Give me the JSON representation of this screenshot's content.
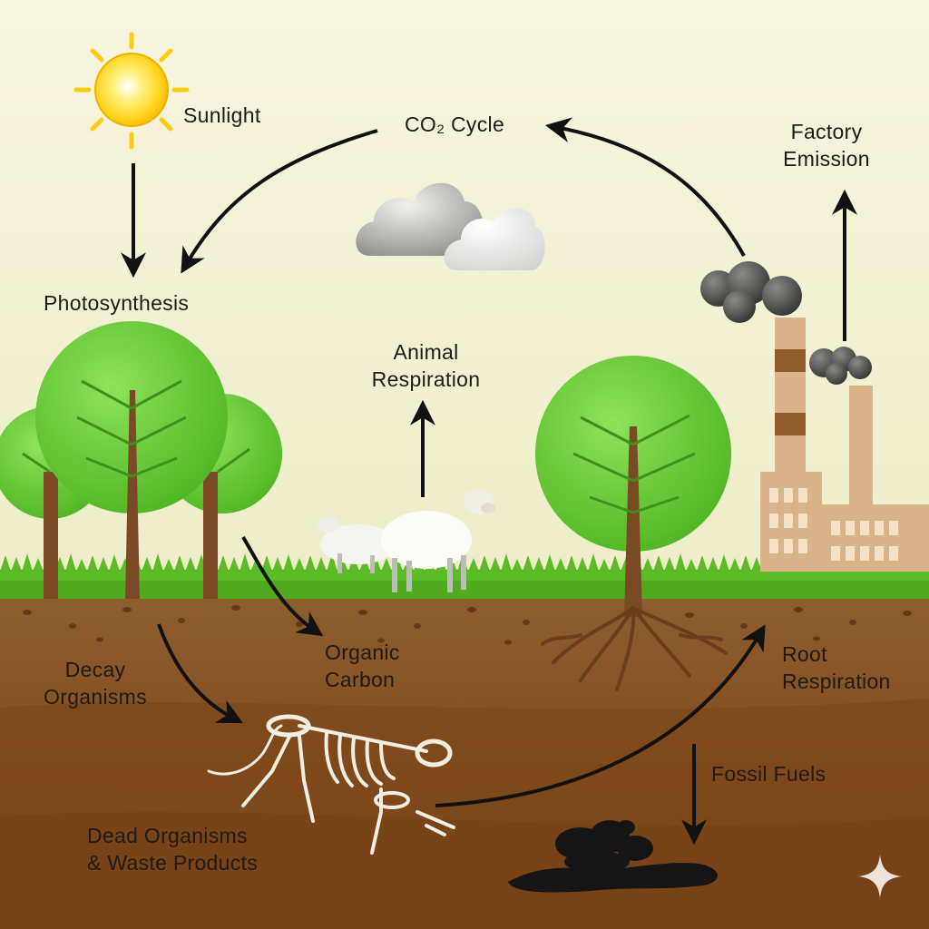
{
  "labels": {
    "sunlight": "Sunlight",
    "co2_cycle": "CO₂ Cycle",
    "factory_emission": [
      "Factory",
      "Emission"
    ],
    "photosynthesis": "Photosynthesis",
    "animal_respiration": [
      "Animal",
      "Respiration"
    ],
    "organic_carbon": [
      "Organic",
      "Carbon"
    ],
    "decay_organisms": [
      "Decay",
      "Organisms"
    ],
    "root_respiration": [
      "Root",
      "Respiration"
    ],
    "fossil_fuels": "Fossil Fuels",
    "dead_organisms": [
      "Dead Organisms",
      "& Waste Products"
    ]
  },
  "colors": {
    "sky": "#f5f3d6",
    "grass": "#4faa1f",
    "soil_top": "#8a5a2b",
    "soil_bottom": "#7a4418",
    "tree_canopy": "#6fd13a",
    "trunk": "#7a4a26",
    "arrow": "#111111",
    "smoke": "#4a4a4a",
    "factory": "#d9b48a",
    "oil": "#151515",
    "sun": "#ffd31a"
  }
}
